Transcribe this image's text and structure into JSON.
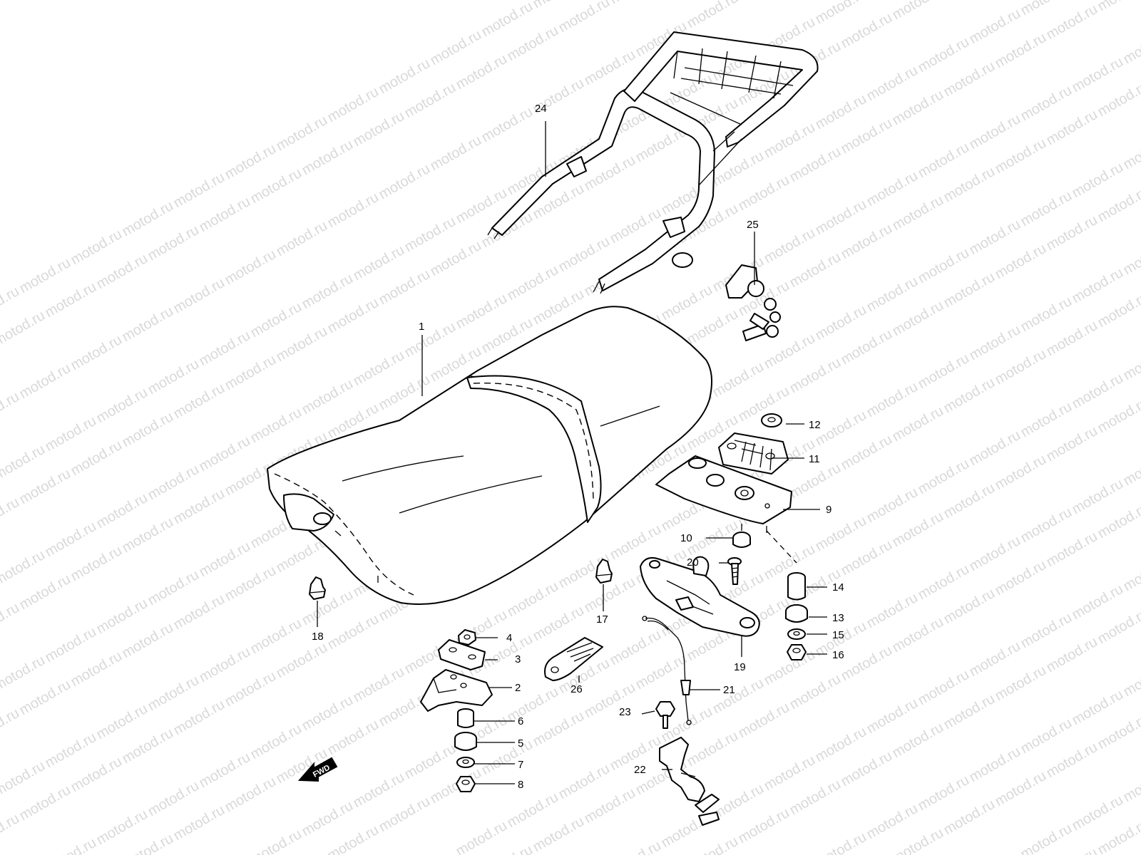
{
  "watermark": "motod.ru",
  "fwd_label": "FWD",
  "labels": {
    "p1": "1",
    "p2": "2",
    "p3": "3",
    "p4": "4",
    "p5": "5",
    "p6": "6",
    "p7": "7",
    "p8": "8",
    "p9": "9",
    "p10": "10",
    "p11": "11",
    "p12": "12",
    "p13": "13",
    "p14": "14",
    "p15": "15",
    "p16": "16",
    "p17": "17",
    "p18": "18",
    "p19": "19",
    "p20": "20",
    "p21": "21",
    "p22": "22",
    "p23": "23",
    "p24": "24",
    "p25": "25",
    "p26": "26"
  }
}
